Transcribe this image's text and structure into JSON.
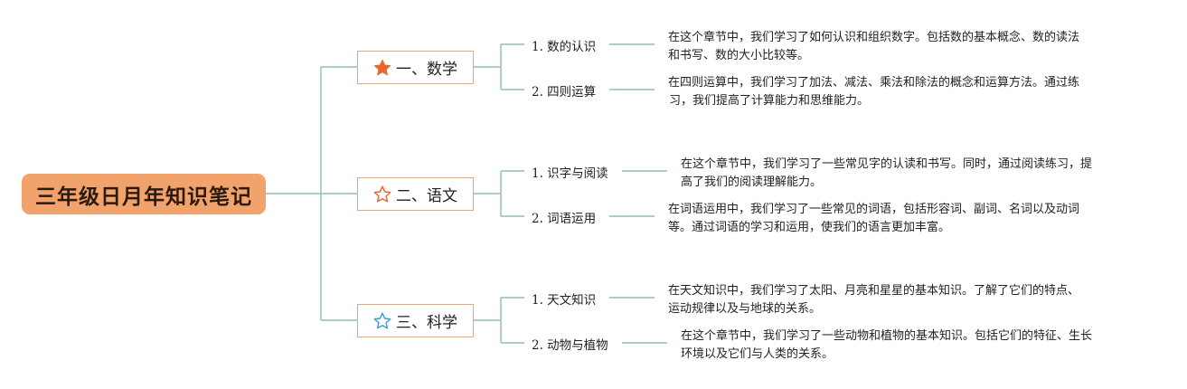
{
  "root": {
    "title": "三年级日月年知识笔记"
  },
  "colors": {
    "root_fill": "#f1a36b",
    "branch_border": "#f0a570",
    "connector": "#8fbfad",
    "star_math": "#e8672e",
    "star_chinese": "#e8672e",
    "star_science": "#3aa0d8"
  },
  "branches": [
    {
      "label": "一、数学",
      "icon": "filled-star-icon",
      "leaves": [
        {
          "label": "1. 数的认识",
          "note": [
            "在这个章节中，我们学习了如何认识和组织数字。包括数的基本概念、数的读法",
            "和书写、数的大小比较等。"
          ]
        },
        {
          "label": "2. 四则运算",
          "note": [
            "在四则运算中，我们学习了加法、减法、乘法和除法的概念和运算方法。通过练",
            "习，我们提高了计算能力和思维能力。"
          ]
        }
      ]
    },
    {
      "label": "二、语文",
      "icon": "outline-star-icon",
      "leaves": [
        {
          "label": "1. 识字与阅读",
          "note": [
            "在这个章节中，我们学习了一些常见字的认读和书写。同时，通过阅读练习，提",
            "高了我们的阅读理解能力。"
          ]
        },
        {
          "label": "2. 词语运用",
          "note": [
            "在词语运用中，我们学习了一些常见的词语，包括形容词、副词、名词以及动词",
            "等。通过词语的学习和运用，使我们的语言更加丰富。"
          ]
        }
      ]
    },
    {
      "label": "三、科学",
      "icon": "outline-star-icon",
      "leaves": [
        {
          "label": "1. 天文知识",
          "note": [
            "在天文知识中，我们学习了太阳、月亮和星星的基本知识。了解了它们的特点、",
            "运动规律以及与地球的关系。"
          ]
        },
        {
          "label": "2. 动物与植物",
          "note": [
            "在这个章节中，我们学习了一些动物和植物的基本知识。包括它们的特征、生长",
            "环境以及它们与人类的关系。"
          ]
        }
      ]
    }
  ]
}
